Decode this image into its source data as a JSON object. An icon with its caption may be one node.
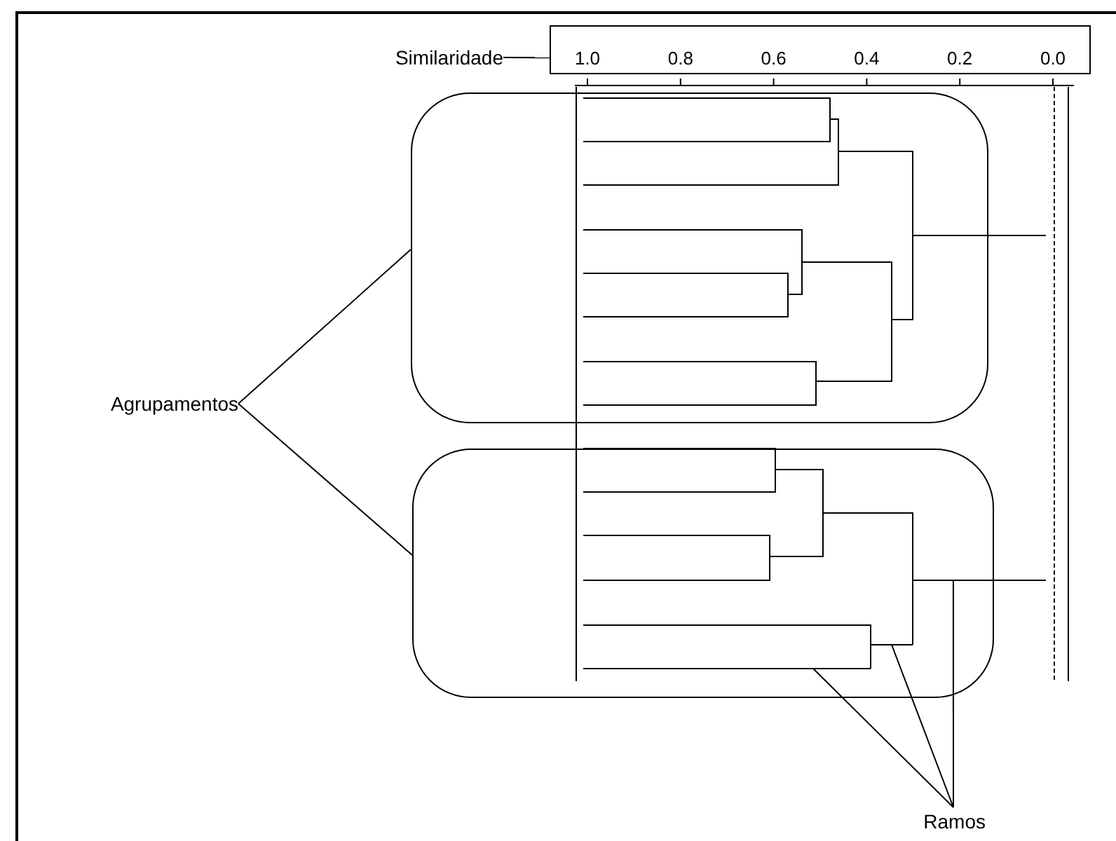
{
  "diagram": {
    "nodes": [
      {
        "text": [
          "Similaridade"
        ]
      },
      {
        "text": [
          "1.0",
          "0.8",
          "0.6",
          "0.4",
          "0.2",
          "0.0"
        ]
      },
      {
        "text": [
          "Agrupamentos"
        ]
      },
      {
        "text": [],
        "shape": "box"
      },
      {
        "text": [],
        "shape": "box"
      },
      {
        "text": [
          "Ramos"
        ]
      },
      {
        "text": [],
        "shape": "line",
        "in": 4
      },
      {
        "text": [],
        "shape": "line",
        "in": 4
      },
      {
        "text": [],
        "shape": "line",
        "in": 4
      }
    ],
    "edges": [
      {
        "from": 0,
        "to": 1,
        "arrow": "none"
      },
      {
        "from": 2,
        "to": 3,
        "arrow": "none"
      },
      {
        "from": 2,
        "to": 4,
        "arrow": "none"
      },
      {
        "from": 5,
        "to": 6,
        "arrow": "none"
      },
      {
        "from": 5,
        "to": 7,
        "arrow": "none"
      },
      {
        "from": 5,
        "to": 8,
        "arrow": "none"
      }
    ]
  }
}
